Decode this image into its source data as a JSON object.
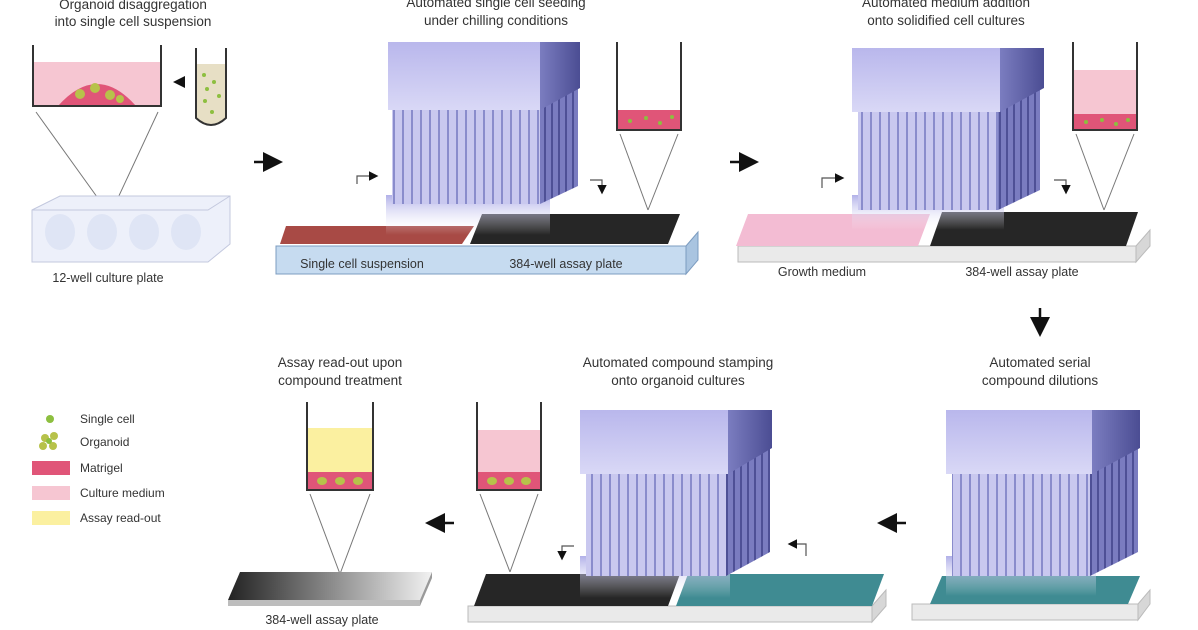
{
  "steps": {
    "step1": {
      "title_line1": "Organoid disaggregation",
      "title_line2": "into single cell suspension",
      "plate_label": "12-well culture plate"
    },
    "step2": {
      "title_line1": "Automated single cell seeding",
      "title_line2": "under chilling conditions",
      "left_label": "Single cell suspension",
      "right_label": "384-well assay plate"
    },
    "step3": {
      "title_line1": "Automated medium addition",
      "title_line2": "onto solidified cell cultures",
      "left_label": "Growth medium",
      "right_label": "384-well assay plate"
    },
    "step4": {
      "title_line1": "Automated serial",
      "title_line2": "compound dilutions"
    },
    "step5": {
      "title_line1": "Automated compound stamping",
      "title_line2": "onto organoid cultures"
    },
    "step6": {
      "title_line1": "Assay read-out upon",
      "title_line2": "compound treatment",
      "plate_label": "384-well assay plate"
    }
  },
  "legend": {
    "items": [
      {
        "label": "Single cell",
        "color": "#8dbf3f"
      },
      {
        "label": "Organoid",
        "color": "#b7c24a"
      },
      {
        "label": "Matrigel",
        "color": "#e05578"
      },
      {
        "label": "Culture medium",
        "color": "#f6c6d2"
      },
      {
        "label": "Assay read-out",
        "color": "#fbf0a0"
      }
    ]
  },
  "colors": {
    "matrigel": "#e05578",
    "medium": "#f6c6d2",
    "readout": "#fbf0a0",
    "pipette_head": "#c9c8ef",
    "pipette_side": "#6a6cb0",
    "black_plate": "#262626",
    "teal_plate": "#3f8b92",
    "red_plate": "#a84a45"
  }
}
